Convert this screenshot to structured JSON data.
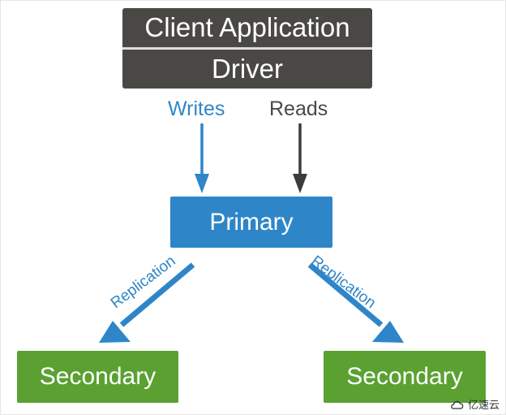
{
  "diagram": {
    "client_label": "Client Application",
    "driver_label": "Driver",
    "writes_label": "Writes",
    "reads_label": "Reads",
    "primary_label": "Primary",
    "replication_left_label": "Replication",
    "replication_right_label": "Replication",
    "secondary_left_label": "Secondary",
    "secondary_right_label": "Secondary"
  },
  "watermark": {
    "text": "亿速云",
    "icon": "cloud-logo-icon"
  },
  "colors": {
    "dark_box": "#4a4845",
    "primary_blue": "#2e86c8",
    "secondary_green": "#5aa132",
    "reads_arrow": "#3b3b3b"
  }
}
